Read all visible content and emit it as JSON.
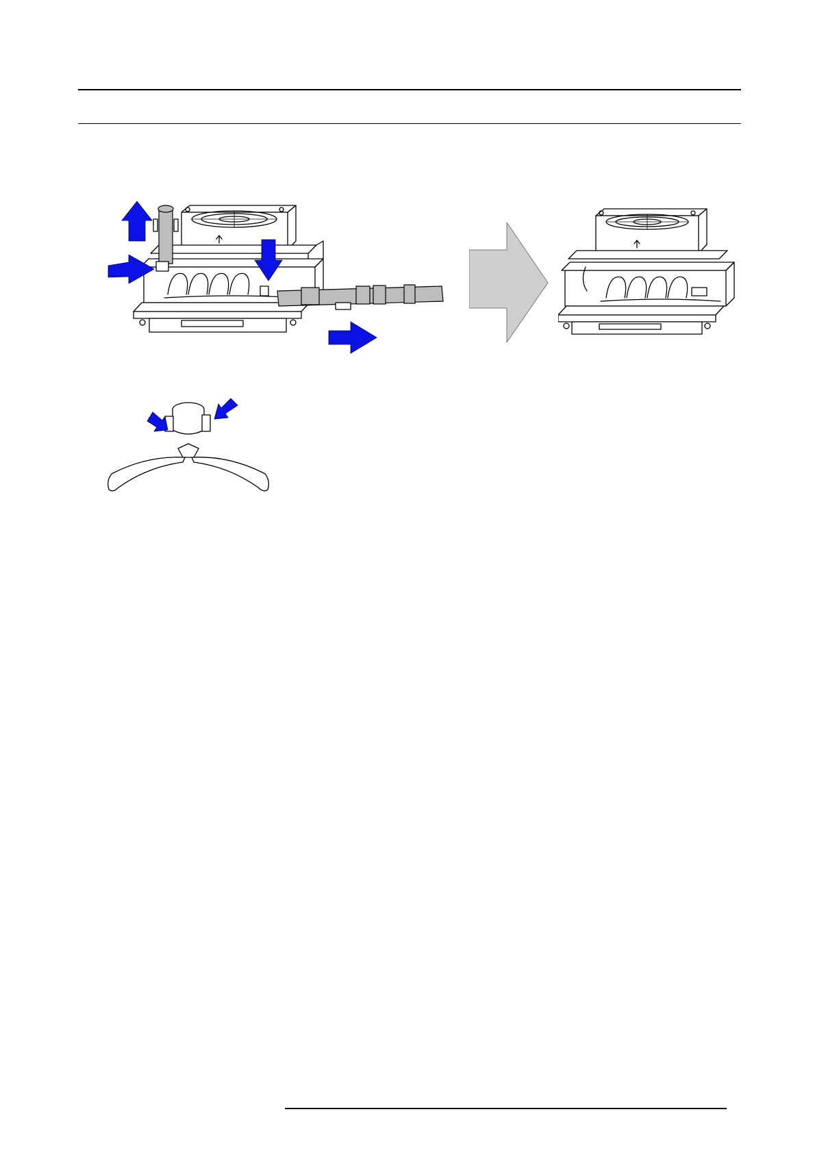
{
  "page": {
    "header_rule_top": true,
    "header_rule_bottom": true,
    "footer_rule": true
  },
  "figures": {
    "main_left": {
      "icon": "cooling-unit-with-hose-and-arrows"
    },
    "transition_arrow": {
      "icon": "grey-right-arrow",
      "color": "#cfcfcf"
    },
    "main_right": {
      "icon": "cooling-unit-hose-removed"
    },
    "detail": {
      "icon": "clamp-pinched-with-pliers"
    }
  },
  "colors": {
    "action_arrow": "#0a12e6",
    "hose": "#bdbdbd",
    "line": "#000000"
  }
}
